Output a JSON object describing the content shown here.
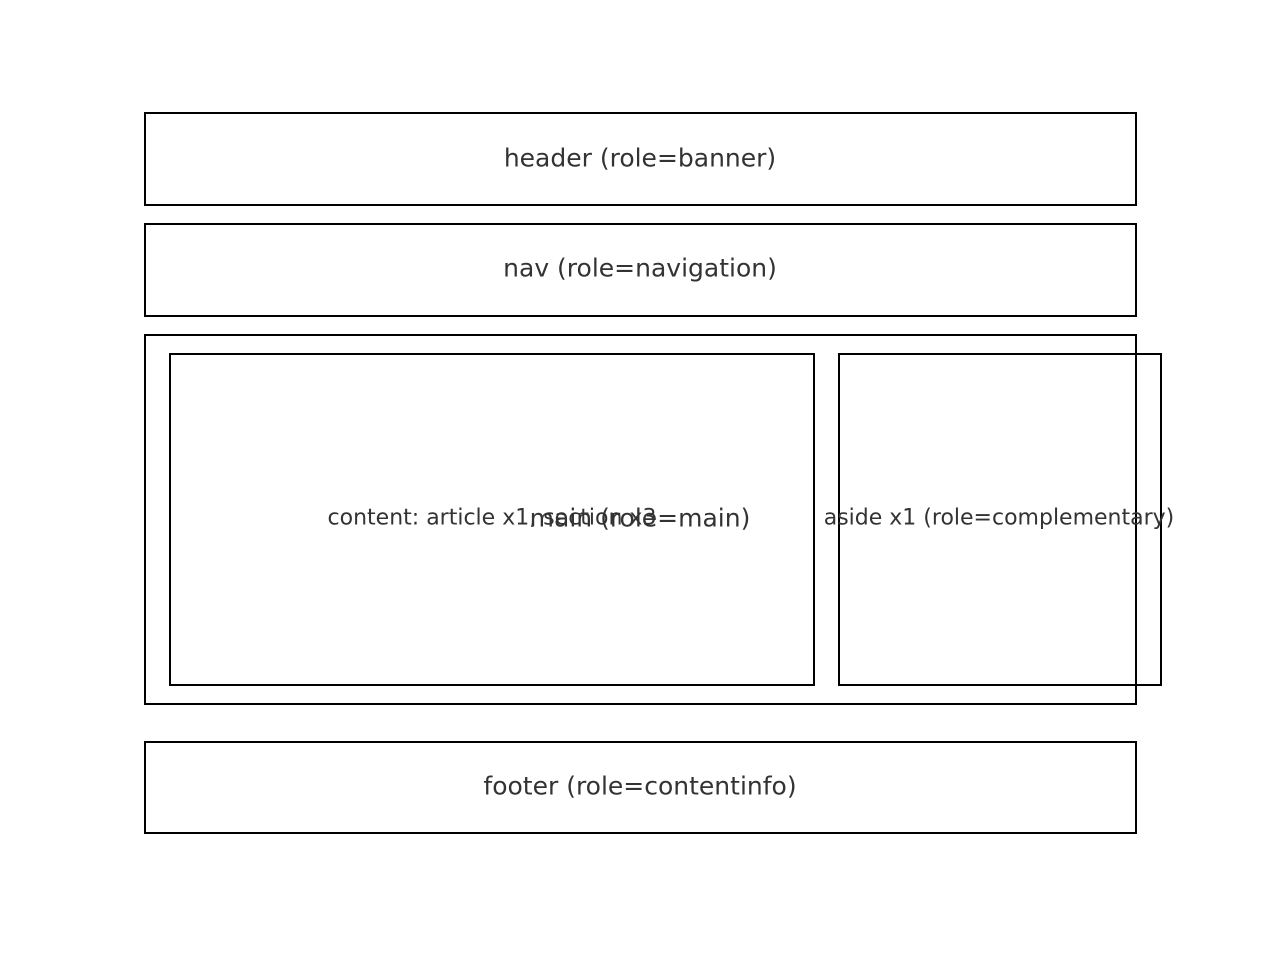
{
  "diagram": {
    "header": {
      "label": "header (role=banner)"
    },
    "nav": {
      "label": "nav (role=navigation)"
    },
    "main": {
      "label": "main (role=main)",
      "content": {
        "label": "content: article x1, section x3"
      },
      "aside": {
        "label": "aside x1 (role=complementary)"
      }
    },
    "footer": {
      "label": "footer (role=contentinfo)"
    }
  },
  "colors": {
    "border": "#000000",
    "text": "#333333",
    "background": "#ffffff"
  }
}
